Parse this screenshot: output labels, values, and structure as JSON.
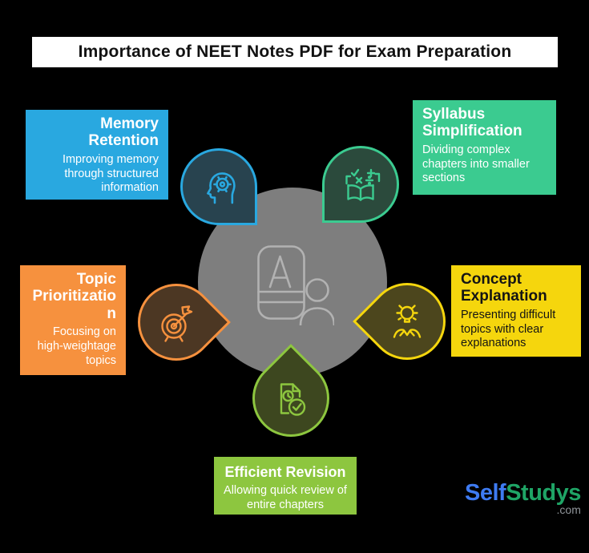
{
  "title": "Importance of NEET Notes PDF for Exam Preparation",
  "colors": {
    "background": "#000000",
    "title_bar": "#FFFFFF",
    "center_circle": "#7E7E7E",
    "memory_blue": "#29A8E0",
    "syllabus_green": "#3BCB90",
    "topic_orange": "#F6913E",
    "concept_yellow": "#F5D60D",
    "revision_lime": "#8DC63F",
    "logo_blue": "#3E7BF2",
    "logo_green": "#1FA566"
  },
  "center": {
    "icon": "notes-book-person-icon"
  },
  "topics": [
    {
      "label": "Memory Retention",
      "description": "Improving memory through structured information",
      "color": "#29A8E0",
      "icon": "head-gear-icon"
    },
    {
      "label": "Syllabus Simplification",
      "description": "Dividing complex chapters into smaller sections",
      "color": "#3BCB90",
      "icon": "math-book-icon"
    },
    {
      "label": "Topic Prioritization",
      "description": "Focusing on high-weightage topics",
      "color": "#F6913E",
      "icon": "target-dart-icon"
    },
    {
      "label": "Concept Explanation",
      "description": "Presenting difficult topics with clear explanations",
      "color": "#F5D60D",
      "icon": "idea-bulb-person-icon"
    },
    {
      "label": "Efficient Revision",
      "description": "Allowing quick review of entire chapters",
      "color": "#8DC63F",
      "icon": "document-clock-check-icon"
    }
  ],
  "logo": {
    "part1": "Self",
    "part2": "Studys",
    "suffix": ".com"
  }
}
